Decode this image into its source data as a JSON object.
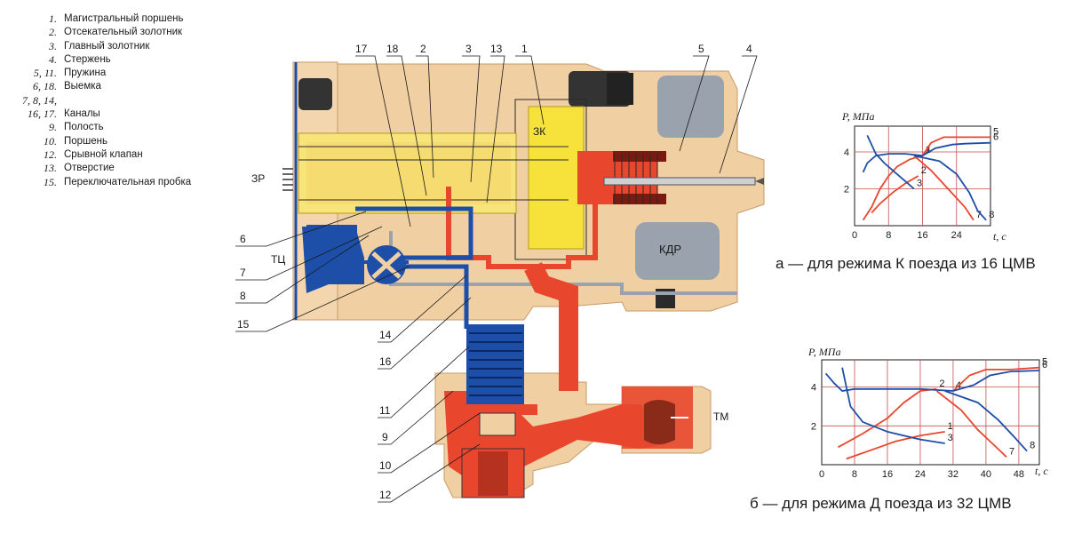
{
  "legend": [
    {
      "num": "1.",
      "text": "Магистральный поршень"
    },
    {
      "num": "2.",
      "text": "Отсекательный золотник"
    },
    {
      "num": "3.",
      "text": "Главный золотник"
    },
    {
      "num": "4.",
      "text": "Стержень"
    },
    {
      "num": "5, 11.",
      "text": "Пружина"
    },
    {
      "num": "6, 18.",
      "text": "Выемка"
    },
    {
      "num": "7, 8, 14,",
      "text": ""
    },
    {
      "num": "16, 17.",
      "text": "Каналы"
    },
    {
      "num": "9.",
      "text": "Полость"
    },
    {
      "num": "10.",
      "text": "Поршень"
    },
    {
      "num": "12.",
      "text": "Срывной клапан"
    },
    {
      "num": "13.",
      "text": "Отверстие"
    },
    {
      "num": "15.",
      "text": "Переключательная пробка"
    }
  ],
  "diagram": {
    "zone_labels": {
      "zr": "ЗР",
      "zk": "ЗК",
      "kdr": "КДР",
      "tc": "ТЦ",
      "tm": "ТМ"
    },
    "callouts_top": [
      "17",
      "18",
      "2",
      "3",
      "13",
      "1",
      "5",
      "4"
    ],
    "callouts_left": [
      "6",
      "7",
      "8",
      "15",
      "14",
      "16",
      "11",
      "9",
      "10",
      "12"
    ],
    "colors": {
      "body": "#f0cfa2",
      "red": "#e8472e",
      "blue": "#1d4fa8",
      "yellow": "#f7e23c",
      "gray": "#9aa3ad",
      "dark": "#2a2a2a"
    }
  },
  "chart_data": [
    {
      "type": "line",
      "title": "а — для режима К поезда из 16 ЦМВ",
      "ylabel": "P, МПа",
      "xlabel": "t, с",
      "x_ticks": [
        "0",
        "8",
        "16",
        "24"
      ],
      "y_ticks": [
        "2",
        "4"
      ],
      "xlim": [
        0,
        32
      ],
      "ylim": [
        0,
        5.4
      ],
      "grid": true,
      "series": [
        {
          "name": "1",
          "points": [
            [
              2,
              0.3
            ],
            [
              4,
              1.0
            ],
            [
              6,
              2.0
            ],
            [
              8,
              2.7
            ],
            [
              10,
              3.2
            ],
            [
              13,
              3.6
            ],
            [
              16,
              3.8
            ]
          ]
        },
        {
          "name": "2",
          "points": [
            [
              4,
              0.7
            ],
            [
              6,
              1.2
            ],
            [
              9,
              1.8
            ],
            [
              12,
              2.3
            ],
            [
              15,
              2.7
            ]
          ]
        },
        {
          "name": "3",
          "points": [
            [
              3,
              4.9
            ],
            [
              5,
              3.9
            ],
            [
              7,
              3.4
            ],
            [
              9,
              3.0
            ],
            [
              12,
              2.4
            ],
            [
              14,
              2.0
            ]
          ]
        },
        {
          "name": "4",
          "points": [
            [
              2,
              2.9
            ],
            [
              3,
              3.4
            ],
            [
              5,
              3.8
            ],
            [
              8,
              3.9
            ],
            [
              12,
              3.9
            ],
            [
              16,
              3.8
            ]
          ]
        },
        {
          "name": "5",
          "points": [
            [
              16,
              3.8
            ],
            [
              18,
              4.5
            ],
            [
              21,
              4.8
            ],
            [
              26,
              4.8
            ],
            [
              32,
              4.8
            ]
          ]
        },
        {
          "name": "6",
          "points": [
            [
              16,
              3.8
            ],
            [
              19,
              4.2
            ],
            [
              23,
              4.4
            ],
            [
              26,
              4.45
            ],
            [
              32,
              4.5
            ]
          ]
        },
        {
          "name": "7",
          "points": [
            [
              14,
              3.8
            ],
            [
              18,
              3.0
            ],
            [
              22,
              2.0
            ],
            [
              26,
              1.0
            ],
            [
              28,
              0.3
            ]
          ]
        },
        {
          "name": "8",
          "points": [
            [
              14,
              3.8
            ],
            [
              20,
              3.5
            ],
            [
              24,
              2.8
            ],
            [
              27,
              1.8
            ],
            [
              29,
              0.8
            ],
            [
              31,
              0.3
            ]
          ]
        }
      ]
    },
    {
      "type": "line",
      "title": "б — для режима Д поезда из 32 ЦМВ",
      "ylabel": "P, МПа",
      "xlabel": "t, с",
      "x_ticks": [
        "0",
        "8",
        "16",
        "24",
        "32",
        "40",
        "48"
      ],
      "y_ticks": [
        "2",
        "4"
      ],
      "xlim": [
        0,
        53
      ],
      "ylim": [
        0,
        5.4
      ],
      "grid": true,
      "series": [
        {
          "name": "1",
          "points": [
            [
              6,
              0.3
            ],
            [
              10,
              0.6
            ],
            [
              14,
              0.9
            ],
            [
              18,
              1.2
            ],
            [
              24,
              1.5
            ],
            [
              30,
              1.7
            ]
          ]
        },
        {
          "name": "2",
          "points": [
            [
              4,
              0.9
            ],
            [
              10,
              1.6
            ],
            [
              16,
              2.4
            ],
            [
              20,
              3.2
            ],
            [
              24,
              3.8
            ],
            [
              28,
              3.9
            ]
          ]
        },
        {
          "name": "3",
          "points": [
            [
              5,
              5.0
            ],
            [
              7,
              3.0
            ],
            [
              10,
              2.2
            ],
            [
              16,
              1.7
            ],
            [
              24,
              1.3
            ],
            [
              30,
              1.1
            ]
          ]
        },
        {
          "name": "4",
          "points": [
            [
              1,
              4.7
            ],
            [
              3,
              4.2
            ],
            [
              5,
              3.8
            ],
            [
              8,
              3.9
            ],
            [
              14,
              3.9
            ],
            [
              24,
              3.9
            ],
            [
              32,
              3.8
            ]
          ]
        },
        {
          "name": "5",
          "points": [
            [
              32,
              3.8
            ],
            [
              36,
              4.6
            ],
            [
              40,
              4.9
            ],
            [
              46,
              4.9
            ],
            [
              53,
              5.0
            ]
          ]
        },
        {
          "name": "6",
          "points": [
            [
              32,
              3.8
            ],
            [
              37,
              4.1
            ],
            [
              41,
              4.6
            ],
            [
              46,
              4.8
            ],
            [
              53,
              4.85
            ]
          ]
        },
        {
          "name": "7",
          "points": [
            [
              28,
              3.8
            ],
            [
              34,
              2.8
            ],
            [
              38,
              1.8
            ],
            [
              42,
              1.0
            ],
            [
              45,
              0.4
            ]
          ]
        },
        {
          "name": "8",
          "points": [
            [
              30,
              3.8
            ],
            [
              38,
              3.2
            ],
            [
              43,
              2.3
            ],
            [
              47,
              1.4
            ],
            [
              50,
              0.7
            ]
          ]
        }
      ]
    }
  ]
}
